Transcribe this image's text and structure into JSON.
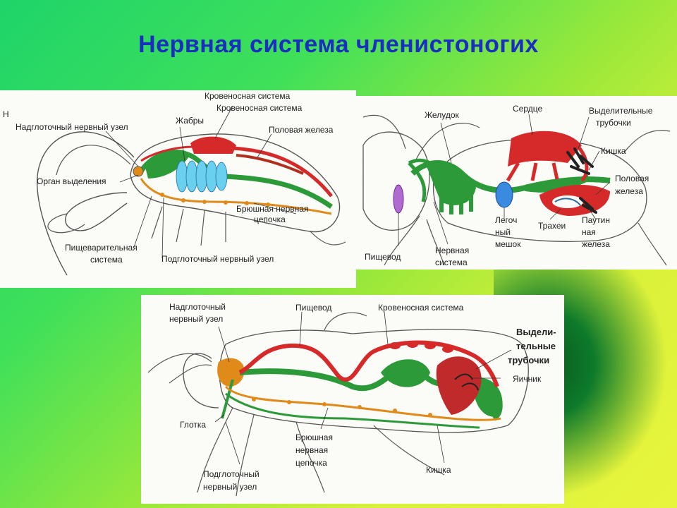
{
  "title": "Нервная система членистоногих",
  "crayfish": {
    "corner": "Н",
    "krov1": "Кровеносная система",
    "krov2": "Кровеносная система",
    "nadgl": "Надглоточный нервный узел",
    "zhabry": "Жабры",
    "polovaya": "Половая железа",
    "organ": "Орган выделения",
    "bryush1": "Брюшная нервная",
    "bryush2": "цепочка",
    "pish1": "Пищеварительная",
    "pish2": "система",
    "podgl": "Подглоточный нервный узел"
  },
  "spider": {
    "zheludok": "Желудок",
    "serdce": "Сердце",
    "vydel1": "Выделительные",
    "vydel2": "трубочки",
    "kishka": "Кишка",
    "polov1": "Половая",
    "polov2": "железа",
    "legoch1": "Легоч",
    "legoch2": "ный",
    "legoch3": "мешок",
    "trahei": "Трахеи",
    "pautin1": "Паутин",
    "pautin2": "ная",
    "pautin3": "железа",
    "pishevod": "Пищевод",
    "nerv1": "Нервная",
    "nerv2": "система"
  },
  "insect": {
    "nadgl1": "Надглоточный",
    "nadgl2": "нервный узел",
    "pishevod": "Пищевод",
    "krov": "Кровеносная система",
    "vydel1": "Выдели-",
    "vydel2": "тельные",
    "vydel3": "трубочки",
    "yaichnik": "Яичник",
    "glotka": "Глотка",
    "bryush1": "Брюшная",
    "bryush2": "нервная",
    "bryush3": "цепочка",
    "kishka": "Кишка",
    "podgl1": "Подглоточный",
    "podgl2": "нервный узел"
  },
  "colors": {
    "nerve": "#e08a1a",
    "blood": "#d62a2a",
    "gut": "#2d9a3a",
    "gill": "#6ad0f0",
    "outline": "#555555"
  }
}
